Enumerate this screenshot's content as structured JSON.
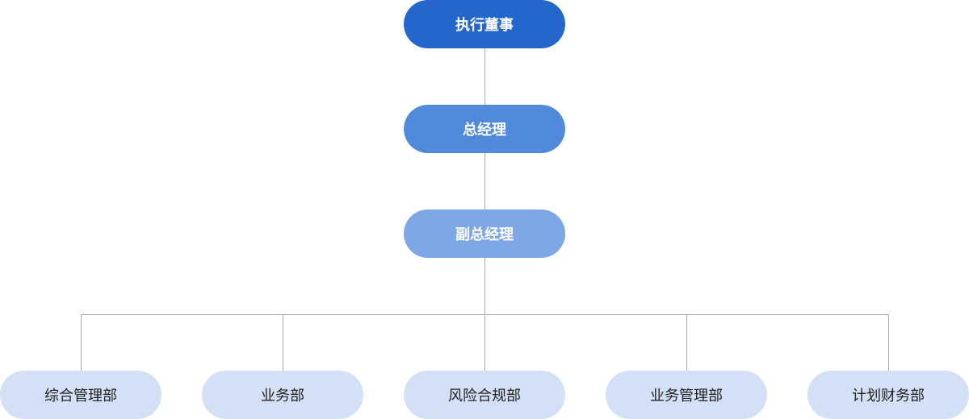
{
  "org_chart": {
    "executive_director": "执行董事",
    "general_manager": "总经理",
    "deputy_general_manager": "副总经理",
    "departments": [
      "综合管理部",
      "业务部",
      "风险合规部",
      "业务管理部",
      "计划财务部"
    ]
  },
  "colors": {
    "level_1": "#2566cc",
    "level_2": "#5189db",
    "level_3": "#7ea7e6",
    "department": "#d3e0f5",
    "connector": "#a8a8a8"
  }
}
